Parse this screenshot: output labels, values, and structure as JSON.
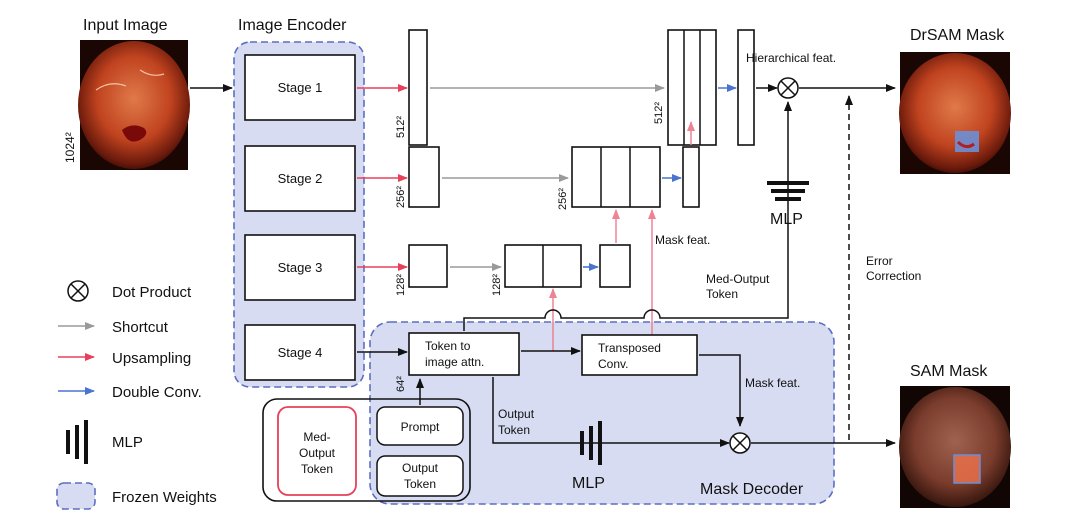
{
  "labels": {
    "input_image": "Input Image",
    "image_encoder": "Image Encoder",
    "drsam_mask": "DrSAM Mask",
    "sam_mask": "SAM Mask",
    "size_1024": "1024²",
    "size_512a": "512²",
    "size_512b": "512²",
    "size_256a": "256²",
    "size_256b": "256²",
    "size_128a": "128²",
    "size_128b": "128²",
    "size_64": "64²",
    "hierarchical_feat": "Hierarchical feat.",
    "mlp_top": "MLP",
    "mlp_bottom": "MLP",
    "mask_feat_1": "Mask feat.",
    "mask_feat_2": "Mask feat.",
    "med_output_token_1": "Med-Output",
    "med_output_token_2": "Token",
    "error_correction_1": "Error",
    "error_correction_2": "Correction",
    "output_token_1": "Output",
    "output_token_2": "Token",
    "mask_decoder": "Mask Decoder"
  },
  "stages": [
    "Stage 1",
    "Stage 2",
    "Stage 3",
    "Stage 4"
  ],
  "decoder": {
    "token_attn_1": "Token to",
    "token_attn_2": "image attn.",
    "transposed_1": "Transposed",
    "transposed_2": "Conv."
  },
  "tokens": {
    "med_1": "Med-",
    "med_2": "Output",
    "med_3": "Token",
    "prompt": "Prompt",
    "output_1": "Output",
    "output_2": "Token"
  },
  "legend": [
    {
      "label": "Dot Product",
      "symbol": "dot-product"
    },
    {
      "label": "Shortcut",
      "symbol": "arrow",
      "color": "#9a9a9a"
    },
    {
      "label": "Upsampling",
      "symbol": "arrow",
      "color": "#e8405a"
    },
    {
      "label": "Double Conv.",
      "symbol": "arrow",
      "color": "#4a74d0"
    },
    {
      "label": "MLP",
      "symbol": "mlp"
    },
    {
      "label": "Frozen Weights",
      "symbol": "frozen-box"
    }
  ],
  "colors": {
    "shortcut": "#9a9a9a",
    "upsampling": "#e8405a",
    "double_conv": "#4a74d0",
    "frozen_fill": "#d7dcf2",
    "frozen_border": "#5b6fc0",
    "med_token_border": "#e8405a"
  }
}
